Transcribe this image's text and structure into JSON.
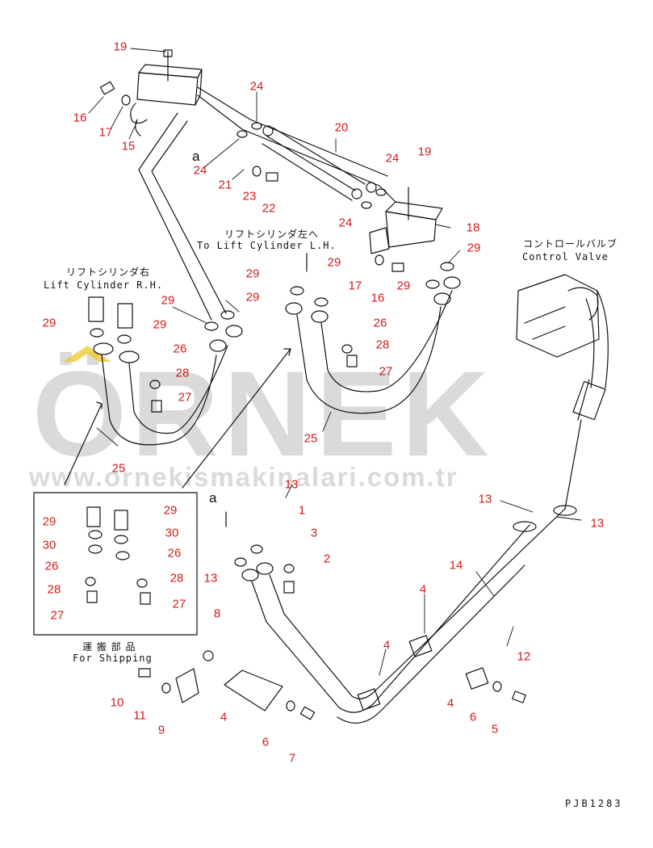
{
  "labels": {
    "lift_rh_jp": "リフトシリンダ右",
    "lift_rh_en": "Lift Cylinder R.H.",
    "lift_lh_jp": "リフトシリンダ左へ",
    "lift_lh_en": "To Lift Cylinder L.H.",
    "control_jp": "コントロールバルブ",
    "control_en": "Control Valve",
    "shipping_jp": "運 搬 部 品",
    "shipping_en": "For Shipping",
    "view_a_top": "a",
    "view_a_mid": "a",
    "drawing_code": "PJB1283"
  },
  "watermark": {
    "brand": "ÖRNEK",
    "url": "www.ornekismakinalari.com.tr",
    "accent_color": "#f0c419",
    "gray_color": "#bdbdbd"
  },
  "ref_color": "#d41a1a",
  "callouts": [
    "19",
    "16",
    "17",
    "15",
    "24",
    "24",
    "21",
    "23",
    "22",
    "20",
    "24",
    "19",
    "18",
    "24",
    "29",
    "17",
    "16",
    "29",
    "29",
    "29",
    "29",
    "29",
    "29",
    "29",
    "26",
    "28",
    "27",
    "26",
    "28",
    "27",
    "25",
    "25",
    "13",
    "1",
    "3",
    "2",
    "13",
    "29",
    "30",
    "26",
    "28",
    "27",
    "29",
    "30",
    "26",
    "28",
    "27",
    "8",
    "10",
    "11",
    "9",
    "4",
    "6",
    "7",
    "4",
    "4",
    "4",
    "6",
    "5",
    "14",
    "12",
    "13",
    "13"
  ]
}
